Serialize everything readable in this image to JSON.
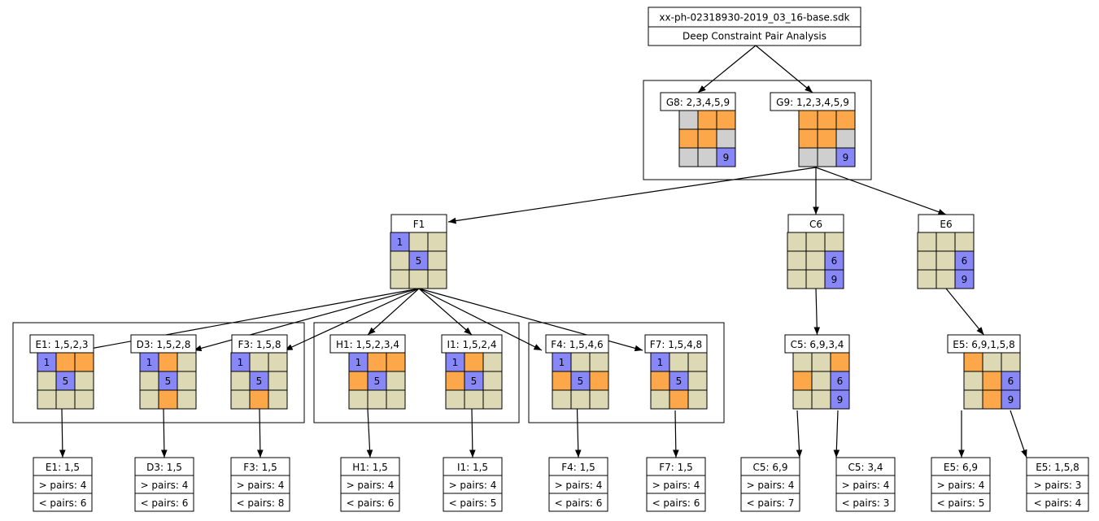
{
  "title": {
    "file": "xx-ph-02318930-2019_03_16-base.sdk",
    "subtitle": "Deep Constraint Pair Analysis"
  },
  "colors": {
    "tan": "#ddd9b4",
    "orange": "#fba74a",
    "blue": "#8787f8",
    "gray": "#cfcfcf",
    "line": "#000000",
    "background": "#ffffff"
  },
  "cell_codes": {
    "t": "tan",
    "o": "orange",
    "b": "blue",
    "g": "gray"
  },
  "nodes": [
    {
      "id": "g8",
      "label": "G8: 2,3,4,5,9",
      "cells": [
        "g",
        "o",
        "o",
        "o",
        "o",
        "g",
        "g",
        "g",
        "b"
      ],
      "digits": [
        "",
        "",
        "",
        "",
        "",
        "",
        "",
        "",
        "9"
      ]
    },
    {
      "id": "g9",
      "label": "G9: 1,2,3,4,5,9",
      "cells": [
        "o",
        "o",
        "o",
        "o",
        "o",
        "g",
        "g",
        "g",
        "b"
      ],
      "digits": [
        "",
        "",
        "",
        "",
        "",
        "",
        "",
        "",
        "9"
      ]
    },
    {
      "id": "f1",
      "label": "F1",
      "cells": [
        "b",
        "t",
        "t",
        "t",
        "b",
        "t",
        "t",
        "t",
        "t"
      ],
      "digits": [
        "1",
        "",
        "",
        "",
        "5",
        "",
        "",
        "",
        ""
      ]
    },
    {
      "id": "c6",
      "label": "C6",
      "cells": [
        "t",
        "t",
        "t",
        "t",
        "t",
        "b",
        "t",
        "t",
        "b"
      ],
      "digits": [
        "",
        "",
        "",
        "",
        "",
        "6",
        "",
        "",
        "9"
      ]
    },
    {
      "id": "e6",
      "label": "E6",
      "cells": [
        "t",
        "t",
        "t",
        "t",
        "t",
        "b",
        "t",
        "t",
        "b"
      ],
      "digits": [
        "",
        "",
        "",
        "",
        "",
        "6",
        "",
        "",
        "9"
      ]
    },
    {
      "id": "e1",
      "label": "E1: 1,5,2,3",
      "cells": [
        "b",
        "o",
        "o",
        "t",
        "b",
        "t",
        "t",
        "t",
        "t"
      ],
      "digits": [
        "1",
        "",
        "",
        "",
        "5",
        "",
        "",
        "",
        ""
      ]
    },
    {
      "id": "d3",
      "label": "D3: 1,5,2,8",
      "cells": [
        "b",
        "o",
        "t",
        "t",
        "b",
        "t",
        "t",
        "o",
        "t"
      ],
      "digits": [
        "1",
        "",
        "",
        "",
        "5",
        "",
        "",
        "",
        ""
      ]
    },
    {
      "id": "f3",
      "label": "F3: 1,5,8",
      "cells": [
        "b",
        "t",
        "t",
        "t",
        "b",
        "t",
        "t",
        "o",
        "t"
      ],
      "digits": [
        "1",
        "",
        "",
        "",
        "5",
        "",
        "",
        "",
        ""
      ]
    },
    {
      "id": "h1",
      "label": "H1: 1,5,2,3,4",
      "cells": [
        "b",
        "o",
        "o",
        "o",
        "b",
        "t",
        "t",
        "t",
        "t"
      ],
      "digits": [
        "1",
        "",
        "",
        "",
        "5",
        "",
        "",
        "",
        ""
      ]
    },
    {
      "id": "i1",
      "label": "I1: 1,5,2,4",
      "cells": [
        "b",
        "o",
        "t",
        "o",
        "b",
        "t",
        "t",
        "t",
        "t"
      ],
      "digits": [
        "1",
        "",
        "",
        "",
        "5",
        "",
        "",
        "",
        ""
      ]
    },
    {
      "id": "f4",
      "label": "F4: 1,5,4,6",
      "cells": [
        "b",
        "t",
        "t",
        "o",
        "b",
        "o",
        "t",
        "t",
        "t"
      ],
      "digits": [
        "1",
        "",
        "",
        "",
        "5",
        "",
        "",
        "",
        ""
      ]
    },
    {
      "id": "f7",
      "label": "F7: 1,5,4,8",
      "cells": [
        "b",
        "t",
        "t",
        "o",
        "b",
        "t",
        "t",
        "o",
        "t"
      ],
      "digits": [
        "1",
        "",
        "",
        "",
        "5",
        "",
        "",
        "",
        ""
      ]
    },
    {
      "id": "c5",
      "label": "C5: 6,9,3,4",
      "cells": [
        "t",
        "t",
        "o",
        "o",
        "t",
        "b",
        "t",
        "t",
        "b"
      ],
      "digits": [
        "",
        "",
        "",
        "",
        "",
        "6",
        "",
        "",
        "9"
      ]
    },
    {
      "id": "e5",
      "label": "E5: 6,9,1,5,8",
      "cells": [
        "o",
        "t",
        "t",
        "t",
        "o",
        "b",
        "t",
        "o",
        "b"
      ],
      "digits": [
        "",
        "",
        "",
        "",
        "",
        "6",
        "",
        "",
        "9"
      ]
    }
  ],
  "leaves": [
    {
      "id": "e1-leaf",
      "title": "E1: 1,5",
      "gt": "> pairs: 4",
      "lt": "< pairs: 6"
    },
    {
      "id": "d3-leaf",
      "title": "D3: 1,5",
      "gt": "> pairs: 4",
      "lt": "< pairs: 6"
    },
    {
      "id": "f3-leaf",
      "title": "F3: 1,5",
      "gt": "> pairs: 4",
      "lt": "< pairs: 8"
    },
    {
      "id": "h1-leaf",
      "title": "H1: 1,5",
      "gt": "> pairs: 4",
      "lt": "< pairs: 6"
    },
    {
      "id": "i1-leaf",
      "title": "I1: 1,5",
      "gt": "> pairs: 4",
      "lt": "< pairs: 5"
    },
    {
      "id": "f4-leaf",
      "title": "F4: 1,5",
      "gt": "> pairs: 4",
      "lt": "< pairs: 6"
    },
    {
      "id": "f7-leaf",
      "title": "F7: 1,5",
      "gt": "> pairs: 4",
      "lt": "< pairs: 6"
    },
    {
      "id": "c5a-leaf",
      "title": "C5: 6,9",
      "gt": "> pairs: 4",
      "lt": "< pairs: 7"
    },
    {
      "id": "c5b-leaf",
      "title": "C5: 3,4",
      "gt": "> pairs: 4",
      "lt": "< pairs: 3"
    },
    {
      "id": "e5a-leaf",
      "title": "E5: 6,9",
      "gt": "> pairs: 4",
      "lt": "< pairs: 5"
    },
    {
      "id": "e5b-leaf",
      "title": "E5: 1,5,8",
      "gt": "> pairs: 3",
      "lt": "< pairs: 4"
    }
  ]
}
